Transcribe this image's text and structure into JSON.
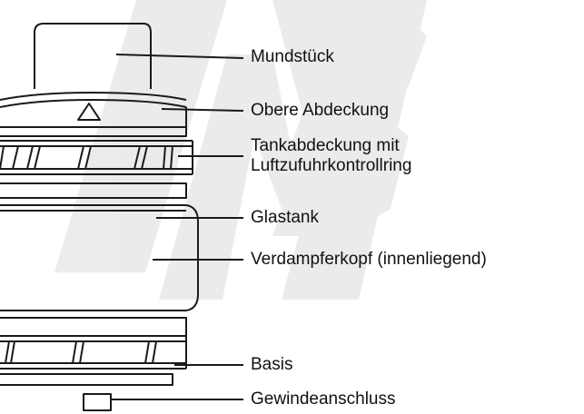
{
  "colors": {
    "stroke": "#1a1a1a",
    "text": "#111111",
    "watermark": "#d9d9d9",
    "background": "#ffffff"
  },
  "labels": {
    "mouthpiece": "Mundstück",
    "top_cap": "Obere Abdeckung",
    "tank_cover_line1": "Tankabdeckung mit",
    "tank_cover_line2": "Luftzufuhrkontrollring",
    "glass_tank": "Glastank",
    "coil_head": "Verdampferkopf (innenliegend)",
    "base": "Basis",
    "thread": "Gewindeanschluss"
  }
}
